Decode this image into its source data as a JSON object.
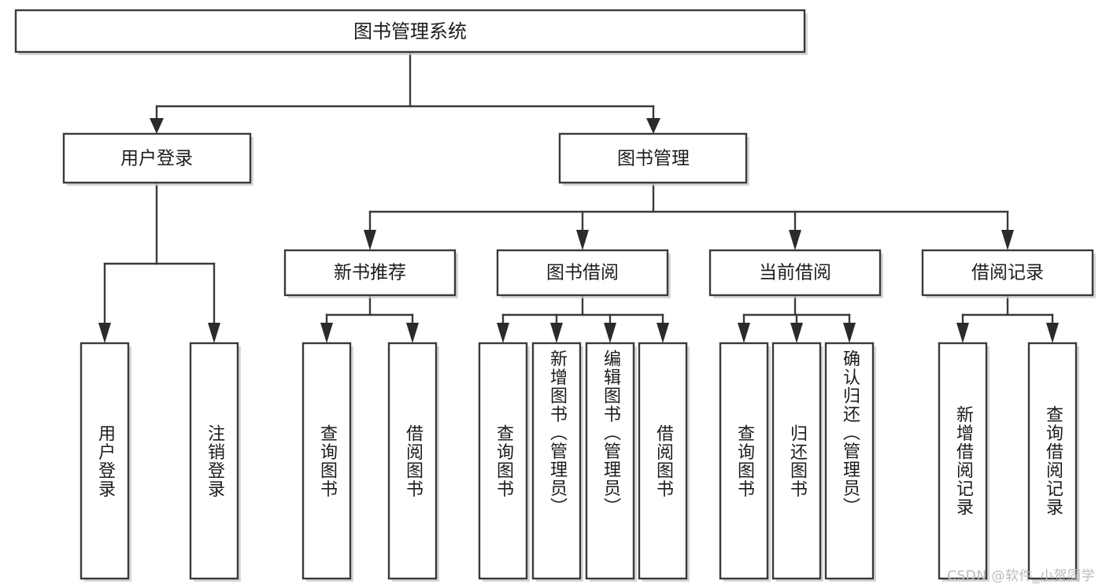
{
  "diagram": {
    "type": "hierarchy-tree",
    "title": "图书管理系统",
    "orientation": "top-down",
    "levels": 4,
    "root": {
      "id": "root",
      "label": "图书管理系统",
      "text_direction": "horizontal"
    },
    "level2": [
      {
        "id": "user-login",
        "label": "用户登录",
        "text_direction": "horizontal"
      },
      {
        "id": "book-manage",
        "label": "图书管理",
        "text_direction": "horizontal"
      }
    ],
    "level3": [
      {
        "id": "new-book-rec",
        "label": "新书推荐",
        "parent": "book-manage",
        "text_direction": "horizontal"
      },
      {
        "id": "book-borrow",
        "label": "图书借阅",
        "parent": "book-manage",
        "text_direction": "horizontal"
      },
      {
        "id": "current-borrow",
        "label": "当前借阅",
        "parent": "book-manage",
        "text_direction": "horizontal"
      },
      {
        "id": "borrow-record",
        "label": "借阅记录",
        "parent": "book-manage",
        "text_direction": "horizontal"
      }
    ],
    "leaves": [
      {
        "id": "leaf-user-login",
        "label": "用户登录",
        "parent": "user-login",
        "text_direction": "vertical"
      },
      {
        "id": "leaf-user-logout",
        "label": "注销登录",
        "parent": "user-login",
        "text_direction": "vertical"
      },
      {
        "id": "leaf-rec-query",
        "label": "查询图书",
        "parent": "new-book-rec",
        "text_direction": "vertical"
      },
      {
        "id": "leaf-rec-borrow",
        "label": "借阅图书",
        "parent": "new-book-rec",
        "text_direction": "vertical"
      },
      {
        "id": "leaf-borrow-query",
        "label": "查询图书",
        "parent": "book-borrow",
        "text_direction": "vertical"
      },
      {
        "id": "leaf-borrow-add",
        "label": "新增图书（管理员）",
        "parent": "book-borrow",
        "text_direction": "vertical"
      },
      {
        "id": "leaf-borrow-edit",
        "label": "编辑图书（管理员）",
        "parent": "book-borrow",
        "text_direction": "vertical"
      },
      {
        "id": "leaf-borrow-lend",
        "label": "借阅图书",
        "parent": "book-borrow",
        "text_direction": "vertical"
      },
      {
        "id": "leaf-current-query",
        "label": "查询图书",
        "parent": "current-borrow",
        "text_direction": "vertical"
      },
      {
        "id": "leaf-current-return",
        "label": "归还图书",
        "parent": "current-borrow",
        "text_direction": "vertical"
      },
      {
        "id": "leaf-current-confirm",
        "label": "确认归还（管理员）",
        "parent": "current-borrow",
        "text_direction": "vertical"
      },
      {
        "id": "leaf-record-add",
        "label": "新增借阅记录",
        "parent": "borrow-record",
        "text_direction": "vertical"
      },
      {
        "id": "leaf-record-query",
        "label": "查询借阅记录",
        "parent": "borrow-record",
        "text_direction": "vertical"
      }
    ],
    "colors": {
      "node_fill": "#ffffff",
      "node_stroke": "#3a3a3a",
      "connector": "#3a3a3a",
      "text": "#1c1c1c",
      "background": "#ffffff",
      "watermark": "#b9b9b9"
    }
  },
  "watermark": {
    "text": "CSDN @软件_小贺同学"
  }
}
